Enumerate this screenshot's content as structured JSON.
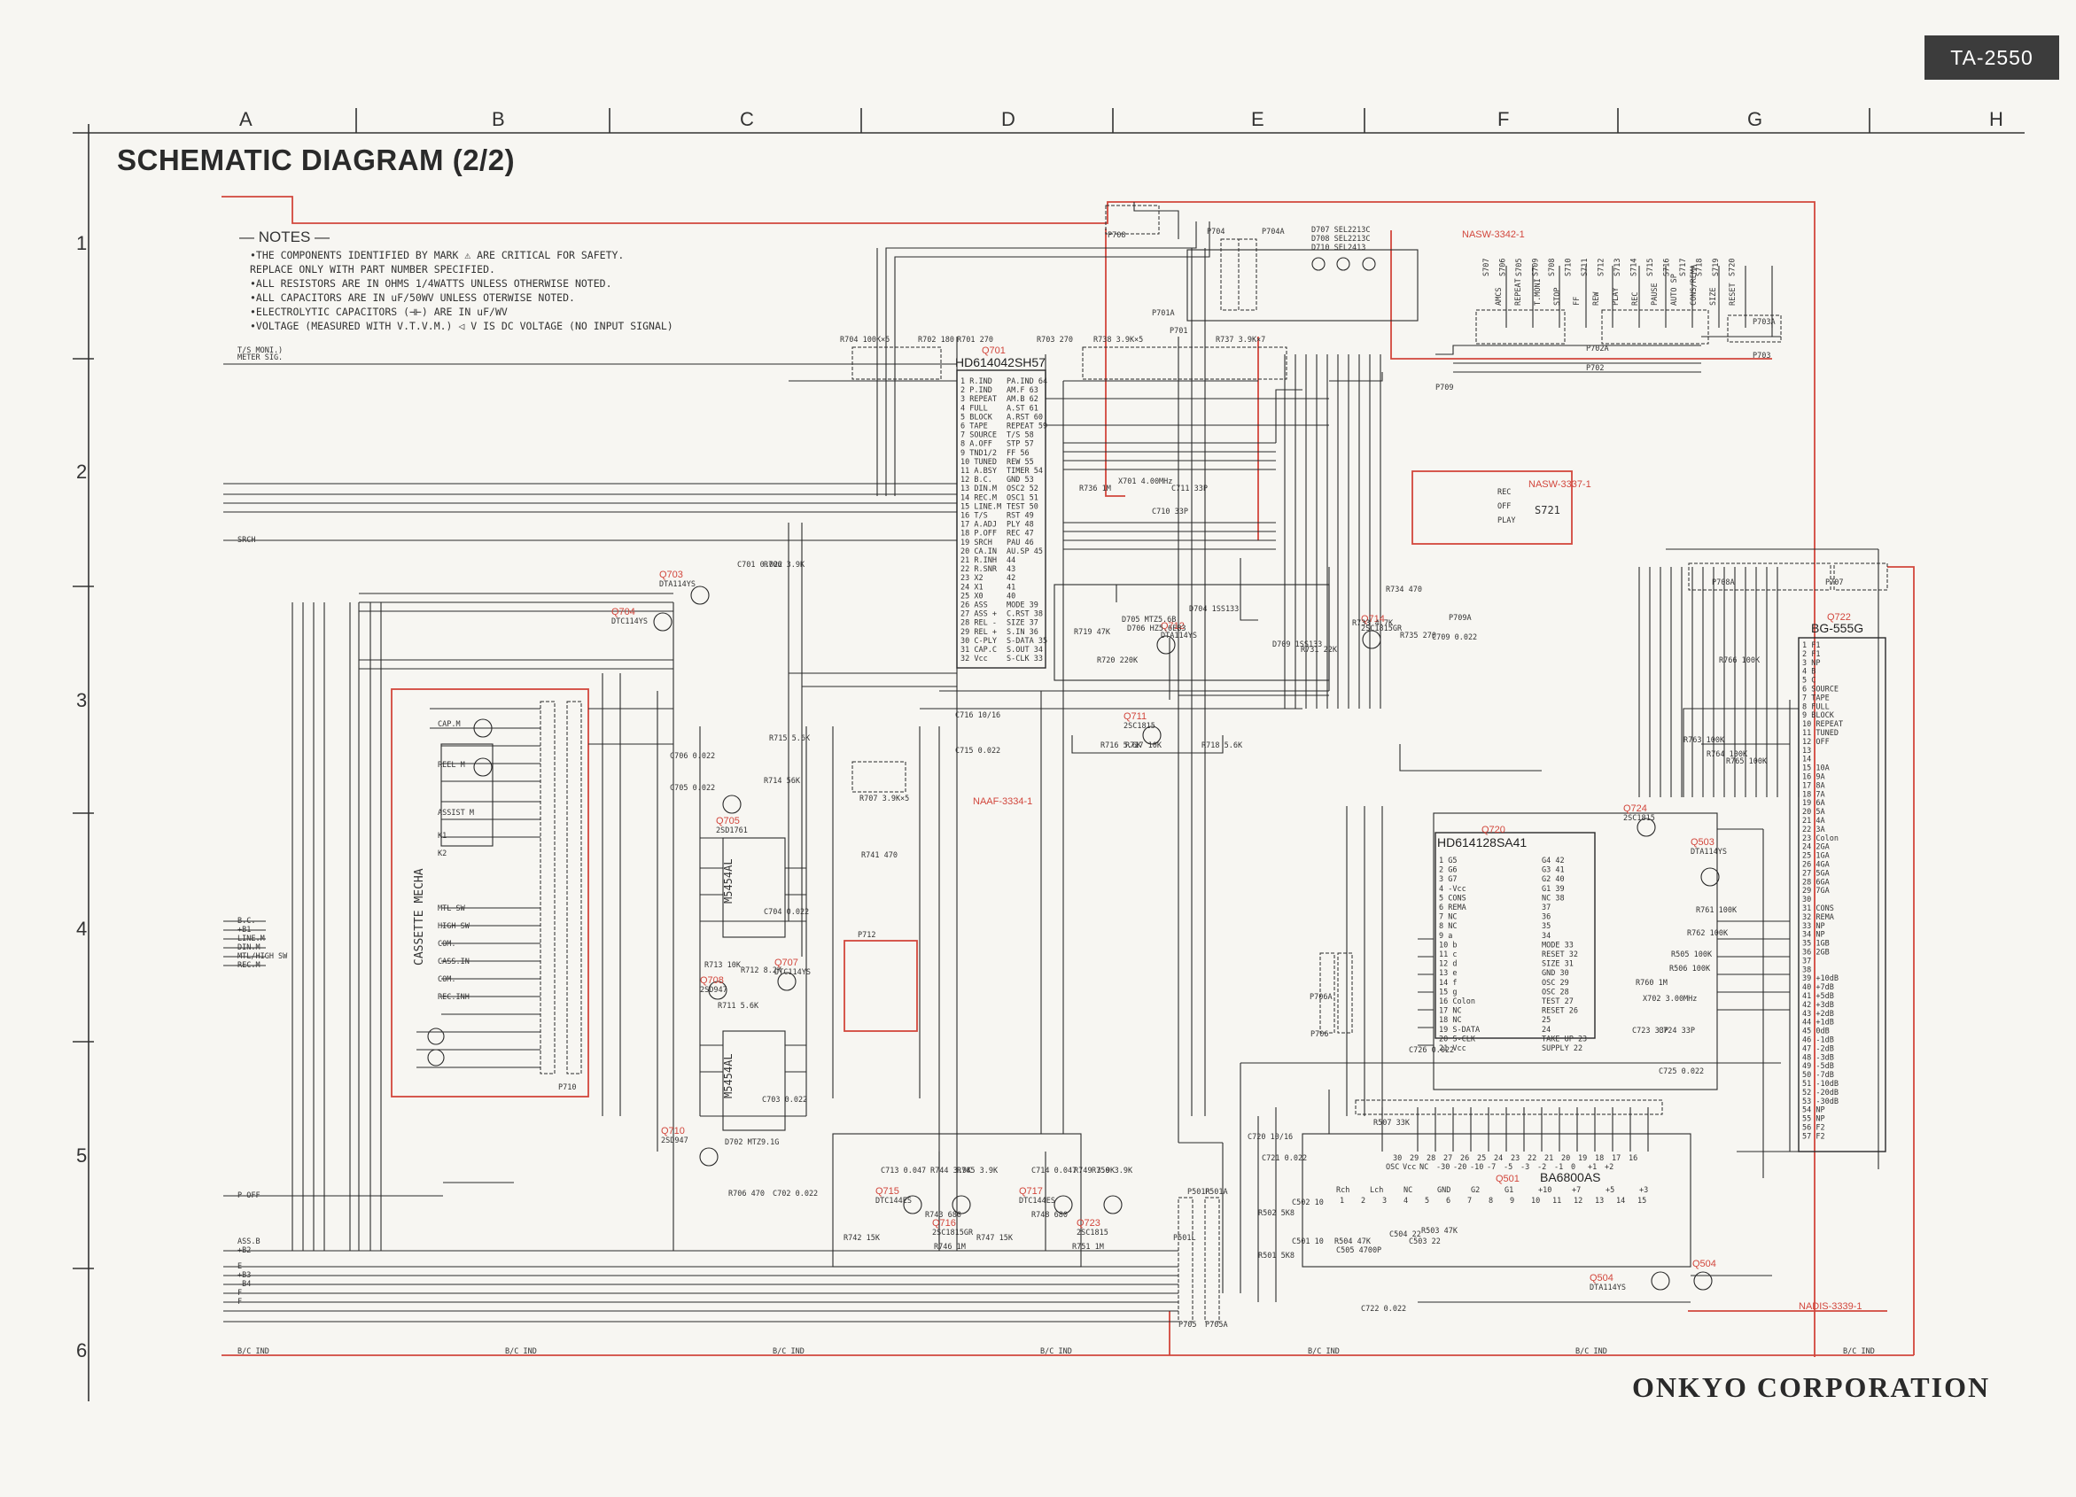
{
  "header": {
    "model": "TA-2550",
    "title": "SCHEMATIC DIAGRAM (2/2)"
  },
  "grid": {
    "columns": [
      "A",
      "B",
      "C",
      "D",
      "E",
      "F",
      "G",
      "H"
    ],
    "rows": [
      "1",
      "2",
      "3",
      "4",
      "5",
      "6"
    ]
  },
  "notes": {
    "heading": "NOTES",
    "lines": [
      "•THE COMPONENTS IDENTIFIED BY MARK ⚠ ARE CRITICAL FOR SAFETY.",
      "  REPLACE ONLY WITH PART NUMBER SPECIFIED.",
      "•ALL RESISTORS ARE IN OHMS 1/4WATTS UNLESS OTHERWISE NOTED.",
      "•ALL CAPACITORS ARE IN uF/50WV UNLESS OTERWISE NOTED.",
      "•ELECTROLYTIC CAPACITORS (⊣⊢) ARE IN uF/WV",
      "•VOLTAGE (MEASURED WITH V.T.V.M.) ◁ V IS DC VOLTAGE (NO INPUT SIGNAL)"
    ]
  },
  "boards": {
    "nasw_3342": "NASW-3342-1",
    "nasw_3337": "NASW-3337-1",
    "naaf_3334": "NAAF-3334-1",
    "nadis_3339": "NADIS-3339-1"
  },
  "components": {
    "q701_ref": "Q701",
    "q701_part": "HD614042SH57",
    "q720_ref": "Q720",
    "q720_part": "HD614128SA41",
    "q722_ref": "Q722",
    "q722_part": "BG-555G",
    "q501_ref": "Q501",
    "q501_part": "BA6800AS",
    "q709_part": "M5454AL",
    "q706_part": "M5454AL",
    "s721": "S721",
    "cassette_mecha": "CASSETTE MECHA"
  },
  "mecha_labels": [
    "CAP.M",
    "REEL M",
    "ASSIST M",
    "K1",
    "K2",
    "MTL SW",
    "HIGH SW",
    "COM.",
    "CASS.IN",
    "COM.",
    "REC.INH"
  ],
  "nasw_switches": [
    "S707",
    "S706",
    "S705",
    "S709",
    "S708",
    "S710",
    "S711",
    "S712",
    "S713",
    "S714",
    "S715",
    "S716",
    "S717",
    "S718",
    "S719",
    "S720"
  ],
  "nasw_functions": [
    "AMCS",
    "REPEAT",
    "T.MONI",
    "STOP",
    "FF",
    "REW",
    "PLAY",
    "REC",
    "PAUSE",
    "AUTO SP",
    "CONS/REMA",
    "SIZE",
    "RESET"
  ],
  "q701_pins_left": [
    "1 R.IND",
    "2 P.IND",
    "3 REPEAT",
    "4 FULL",
    "5 BLOCK",
    "6 TAPE",
    "7 SOURCE",
    "8 A.OFF",
    "9 TND1/2",
    "10 TUNED",
    "11 A.BSY",
    "12 B.C.",
    "13 DIN.M",
    "14 REC.M",
    "15 LINE.M",
    "16 T/S",
    "17 A.ADJ",
    "18 P.OFF",
    "19 SRCH",
    "20 CA.IN",
    "21 R.INH",
    "22 R.SNR",
    "23 X2",
    "24 X1",
    "25 X0",
    "26 ASS",
    "27 ASS +",
    "28 REL -",
    "29 REL +",
    "30 C-PLY",
    "31 CAP.C",
    "32 Vcc"
  ],
  "q701_pins_right": [
    "PA.IND 64",
    "AM.F 63",
    "AM.B 62",
    "A.ST 61",
    "A.RST 60",
    "REPEAT 59",
    "T/S 58",
    "STP 57",
    "FF 56",
    "REW 55",
    "TIMER 54",
    "GND 53",
    "OSC2 52",
    "OSC1 51",
    "TEST 50",
    "RST 49",
    "PLY 48",
    "REC 47",
    "PAU 46",
    "AU.SP 45",
    "44",
    "43",
    "42",
    "41",
    "40",
    "MODE 39",
    "C.RST 38",
    "SIZE 37",
    "S.IN 36",
    "S-DATA 35",
    "S.OUT 34",
    "S-CLK 33"
  ],
  "q720_pins_left": [
    "1 G5",
    "2 G6",
    "3 G7",
    "4 -Vcc",
    "5 CONS",
    "6 REMA",
    "7 NC",
    "8 NC",
    "9 a",
    "10 b",
    "11 c",
    "12 d",
    "13 e",
    "14 f",
    "15 g",
    "16 Colon",
    "17 NC",
    "18 NC",
    "19 S-DATA",
    "20 S-CLK",
    "21 Vcc"
  ],
  "q720_pins_right": [
    "G4 42",
    "G3 41",
    "G2 40",
    "G1 39",
    "NC 38",
    "37",
    "36",
    "35",
    "34",
    "MODE 33",
    "RESET 32",
    "SIZE 31",
    "GND 30",
    "OSC 29",
    "OSC 28",
    "TEST 27",
    "RESET 26",
    "25",
    "24",
    "TAKE UP 23",
    "SUPPLY 22"
  ],
  "q722_pins": [
    "1 F1",
    "2 F1",
    "3 NP",
    "4 B",
    "5 C",
    "6 SOURCE",
    "7 TAPE",
    "8 FULL",
    "9 BLOCK",
    "10 REPEAT",
    "11 TUNED",
    "12 OFF",
    "13",
    "14",
    "15 10A",
    "16 9A",
    "17 8A",
    "18 7A",
    "19 6A",
    "20 5A",
    "21 4A",
    "22 3A",
    "23 Colon",
    "24 2GA",
    "25 1GA",
    "26 4GA",
    "27 5GA",
    "28 6GA",
    "29 7GA",
    "30",
    "31 CONS",
    "32 REMA",
    "33 NP",
    "34 NP",
    "35 1GB",
    "36 2GB",
    "37",
    "38",
    "39 +10dB",
    "40 +7dB",
    "41 +5dB",
    "42 +3dB",
    "43 +2dB",
    "44 +1dB",
    "45 0dB",
    "46 -1dB",
    "47 -2dB",
    "48 -3dB",
    "49 -5dB",
    "50 -7dB",
    "51 -10dB",
    "52 -20dB",
    "53 -30dB",
    "54 NP",
    "55 NP",
    "56 F2",
    "57 F2"
  ],
  "left_signals": [
    "T/S MONI.)",
    "METER SIG.",
    "SRCH",
    "B.C.",
    "+B1",
    "LINE.M",
    "DIN.M",
    "MTL/HIGH SW",
    "REC.M",
    "P-OFF",
    "ASS.B",
    "+B2",
    "E",
    "+B3",
    "-B4",
    "F",
    "F"
  ],
  "bus_labels": [
    "B/C IND",
    "B/C IND",
    "B/C IND",
    "B/C IND",
    "B/C IND",
    "B/C IND",
    "B/C IND"
  ],
  "transistors": [
    {
      "ref": "Q703",
      "part": "DTA114YS"
    },
    {
      "ref": "Q704",
      "part": "DTC114YS"
    },
    {
      "ref": "Q705",
      "part": "2SD1761"
    },
    {
      "ref": "Q707",
      "part": "DTC114YS"
    },
    {
      "ref": "Q708",
      "part": "2SD947"
    },
    {
      "ref": "Q710",
      "part": "2SD947"
    },
    {
      "ref": "Q711",
      "part": "2SC1815"
    },
    {
      "ref": "Q712",
      "part": "DTA114YS"
    },
    {
      "ref": "Q714",
      "part": "2SC1815GR"
    },
    {
      "ref": "Q715",
      "part": "DTC144ES"
    },
    {
      "ref": "Q716",
      "part": "2SC1815GR"
    },
    {
      "ref": "Q717",
      "part": "DTC144ES"
    },
    {
      "ref": "Q723",
      "part": "2SC1815"
    },
    {
      "ref": "Q724",
      "part": "2SC1815"
    },
    {
      "ref": "Q503",
      "part": "DTA114YS"
    },
    {
      "ref": "Q504",
      "part": "DTA114YS"
    }
  ],
  "connectors": [
    "P708",
    "P704",
    "P704A",
    "P701",
    "P701A",
    "P702",
    "P702A",
    "P703",
    "P703A",
    "P705",
    "P705A",
    "P706",
    "P706A",
    "P707",
    "P708A",
    "P709",
    "P709A",
    "P710",
    "P712",
    "P501L",
    "P501R",
    "P501A"
  ],
  "resistors_caps": [
    "R701 270",
    "R702 180",
    "R703 270",
    "R704 100K×5",
    "R738 3.9K×5",
    "R737 3.9K×7",
    "R707 3.9K×5",
    "R706 3.9K",
    "C701 0.022",
    "C706 0.022",
    "C705 0.022",
    "R715 5.6K",
    "R714 56K",
    "C704 0.022",
    "C703 0.022",
    "R713 10K",
    "R712 8.2K",
    "R711 5.6K",
    "R741 470",
    "C716 10/16",
    "C715 0.022",
    "R716 5.6K",
    "R717 10K",
    "R718 5.6K",
    "R719 47K",
    "R720 220K",
    "R733 4.7K",
    "R734 470",
    "R735 270",
    "R731 22K",
    "C709 0.022",
    "X701 4.00MHz",
    "C711 33P",
    "C710 33P",
    "R736 1M",
    "C713 0.047",
    "R744 3.9K",
    "R745 3.9K",
    "C714 0.047",
    "R749 3.9K",
    "R750 3.9K",
    "R743 680",
    "R748 680",
    "R742 15K",
    "R747 15K",
    "R746 1M",
    "R751 1M",
    "R706 470",
    "C702 0.022",
    "R760 1M",
    "X702 3.00MHz",
    "C723 33P",
    "C724 33P",
    "C725 0.022",
    "C726 0.022",
    "R761 100K",
    "R762 100K",
    "R505 100K",
    "R506 100K",
    "R763 100K",
    "R764 100K",
    "R765 100K",
    "R766 100K",
    "R507 33K",
    "R503 47K",
    "R504 47K",
    "C504 22",
    "C505 4700P",
    "C503 22",
    "C501 10",
    "C502 10",
    "C721 0.022",
    "C720 10/16",
    "C722 0.022",
    "R502 5K8",
    "R501 5K8"
  ],
  "diodes": [
    "D704 1SS133",
    "D705 MTZ5.6B",
    "D706 HZ5.6EB3",
    "D709 1SS133",
    "D702 MTZ9.1G",
    "D707 SEL2213C",
    "D708 SEL2213C",
    "D710 SEL2413"
  ],
  "ba6800_pins_top": [
    "30",
    "29",
    "28",
    "27",
    "26",
    "25",
    "24",
    "23",
    "22",
    "21",
    "20",
    "19",
    "18",
    "17",
    "16"
  ],
  "ba6800_pins_top_labels": [
    "OSC",
    "Vcc",
    "NC",
    "-30",
    "-20",
    "-10",
    "-7",
    "-5",
    "-3",
    "-2",
    "-1",
    "0",
    "+1",
    "+2"
  ],
  "ba6800_pins_bottom": [
    "1",
    "2",
    "3",
    "4",
    "5",
    "6",
    "7",
    "8",
    "9",
    "10",
    "11",
    "12",
    "13",
    "14",
    "15"
  ],
  "ba6800_pins_bottom_labels": [
    "Rch",
    "Lch",
    "NC",
    "GND",
    "G2",
    "G1",
    "+10",
    "+7",
    "+5",
    "+3"
  ],
  "s721_labels": [
    "REC",
    "OFF",
    "PLAY"
  ],
  "footer": {
    "company": "ONKYO CORPORATION"
  }
}
